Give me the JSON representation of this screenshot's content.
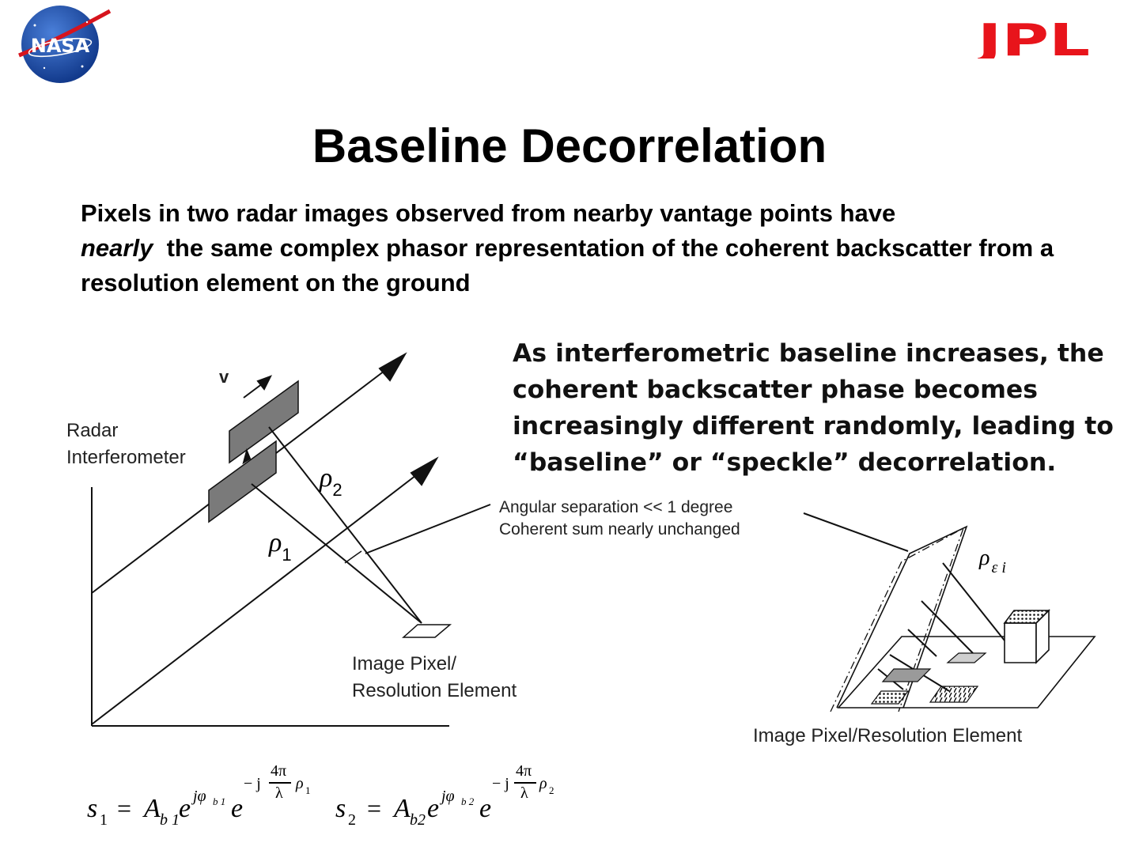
{
  "slide": {
    "title": "Baseline Decorrelation",
    "intro_part1": "Pixels in two radar images observed from nearby vantage points have",
    "intro_em": "nearly",
    "intro_part2": "the same complex phasor representation of the coherent backscatter from a resolution element on the ground",
    "callout": "As interferometric baseline increases, the coherent backscatter phase becomes increasingly different randomly, leading to “baseline” or “speckle” decorrelation."
  },
  "logos": {
    "nasa": "NASA",
    "jpl": "JPL",
    "nasa_color": "#1f4fa8",
    "jpl_color": "#e8141b"
  },
  "left_diagram": {
    "velocity": "v",
    "radar_label_1": "Radar",
    "radar_label_2": "Interferometer",
    "rho2": "ρ",
    "rho2_sub": "2",
    "rho1": "ρ",
    "rho1_sub": "1",
    "angle_label_1": "Angular separation << 1 degree",
    "angle_label_2": "Coherent sum nearly unchanged",
    "pixel_label_1": "Image Pixel/",
    "pixel_label_2": "Resolution Element"
  },
  "right_diagram": {
    "rho": "ρ",
    "rho_sub": "ε i",
    "pixel_label": "Image Pixel/Resolution Element"
  },
  "equations": {
    "s1": "s",
    "s1_sub": "1",
    "s2": "s",
    "s2_sub": "2",
    "eq": "=",
    "A": "A",
    "A1_sub": "b 1",
    "A2_sub": "b2",
    "e": "e",
    "exp_phase1": "jφ",
    "exp_phase1_sub": "b 1",
    "exp_phase2": "jφ",
    "exp_phase2_sub": "b 2",
    "minus_j": "− j",
    "four_pi": "4π",
    "lambda": "λ",
    "rho": "ρ",
    "rho1_sub": "1",
    "rho2_sub": "2"
  }
}
